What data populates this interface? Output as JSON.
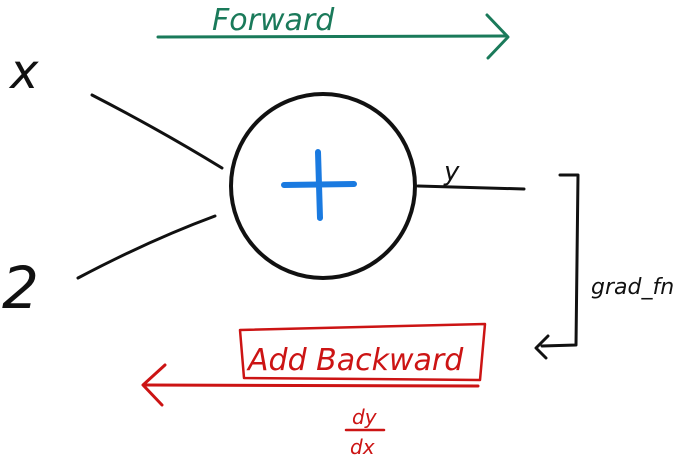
{
  "forward": {
    "label": "Forward",
    "color": "#1a7a5a"
  },
  "backward": {
    "label": "Add Backward",
    "color": "#cc1414"
  },
  "inputs": {
    "x": "x",
    "two": "2"
  },
  "node": {
    "operator": "+",
    "operator_color": "#1a7ae0"
  },
  "output": {
    "label": "y"
  },
  "grad_fn": {
    "label": "grad_fn"
  },
  "derivative": {
    "numerator": "dy",
    "denominator": "dx"
  },
  "ink_color": "#111111"
}
